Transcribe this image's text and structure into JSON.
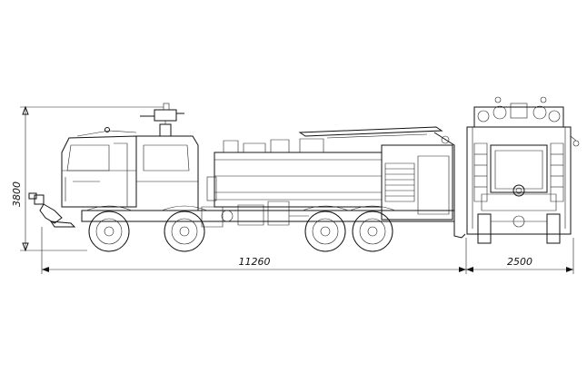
{
  "dimensions": {
    "height": "3800",
    "length": "11260",
    "width": "2500"
  },
  "colors": {
    "line": "#111111",
    "background": "#ffffff"
  }
}
